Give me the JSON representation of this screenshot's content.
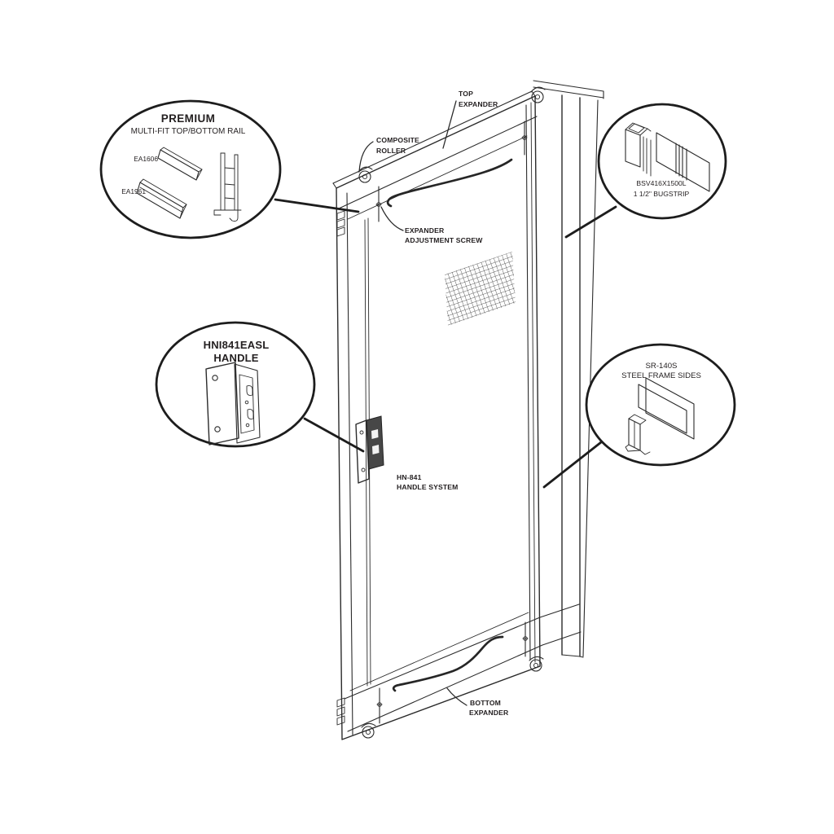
{
  "callouts": {
    "premium_rail": {
      "title": "PREMIUM",
      "subtitle": "MULTI-FIT TOP/BOTTOM RAIL",
      "parts": [
        {
          "label": "EA1606"
        },
        {
          "label": "EA1961"
        }
      ]
    },
    "bugstrip": {
      "line1": "BSV416X1500L",
      "line2": "1 1/2\" BUGSTRIP"
    },
    "handle": {
      "line1": "HNI841EASL",
      "line2": "HANDLE"
    },
    "steel_frame": {
      "line1": "SR-140S",
      "line2": "STEEL FRAME SIDES"
    }
  },
  "part_labels": {
    "top_expander": {
      "line1": "TOP",
      "line2": "EXPANDER"
    },
    "composite_roller": {
      "line1": "COMPOSITE",
      "line2": "ROLLER"
    },
    "expander_adjustment_screw": {
      "line1": "EXPANDER",
      "line2": "ADJUSTMENT SCREW"
    },
    "handle_system": {
      "line1": "HN-841",
      "line2": "HANDLE SYSTEM"
    },
    "bottom_expander": {
      "line1": "BOTTOM",
      "line2": "EXPANDER"
    }
  },
  "colors": {
    "line": "#2b2b2b",
    "background": "#ffffff",
    "handle_fill": "#474747"
  }
}
